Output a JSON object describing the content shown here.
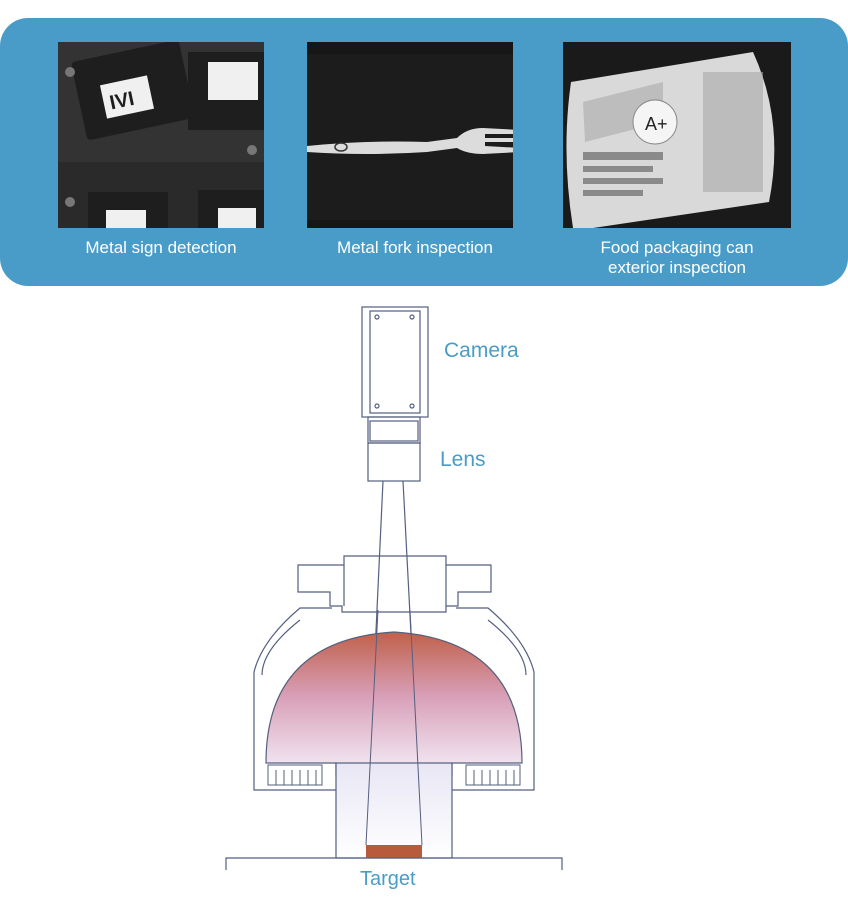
{
  "samples": [
    {
      "caption": "Metal sign detection"
    },
    {
      "caption": "Metal fork inspection"
    },
    {
      "caption": "Food packaging can",
      "caption2": "exterior  inspection"
    }
  ],
  "diagram": {
    "camera_label": "Camera",
    "lens_label": "Lens",
    "target_label": "Target"
  },
  "colors": {
    "panel": "#4a9cc8",
    "label": "#4a9cc8",
    "dome_top": "#c0604a",
    "target": "#b85a3c"
  }
}
